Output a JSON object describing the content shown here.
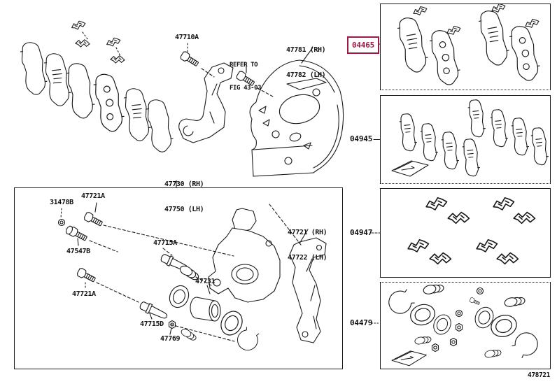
{
  "colors": {
    "highlight": "#9b1b42",
    "line": "#1a1a1a",
    "background": "#ffffff"
  },
  "assembly": {
    "pad_mount_bolt": "47710A",
    "refer_note_line1": "REFER TO",
    "refer_note_line2": "FIG 43-03",
    "dust_cover_rh": "47781 (RH)",
    "dust_cover_lh": "47782 (LH)",
    "cylinder_assy_rh": "47730 (RH)",
    "cylinder_assy_lh": "47750 (LH)"
  },
  "caliper_box": {
    "bleeder_plug_cap": "31478B",
    "bleeder_plug": "47721A",
    "fitting": "47547B",
    "slide_pin_upper": "47715A",
    "mounting_rh": "47721 (RH)",
    "mounting_lh": "47722 (LH)",
    "mounting_bolt": "47721A",
    "piston": "47731",
    "slide_pin_lower": "47715D",
    "pin_nut": "47769"
  },
  "kits": {
    "pad_kit_code": "04465",
    "shim_kit_code": "04945",
    "fitting_kit_code": "04947",
    "cylinder_kit_code": "04479"
  },
  "figure_code": "478721"
}
